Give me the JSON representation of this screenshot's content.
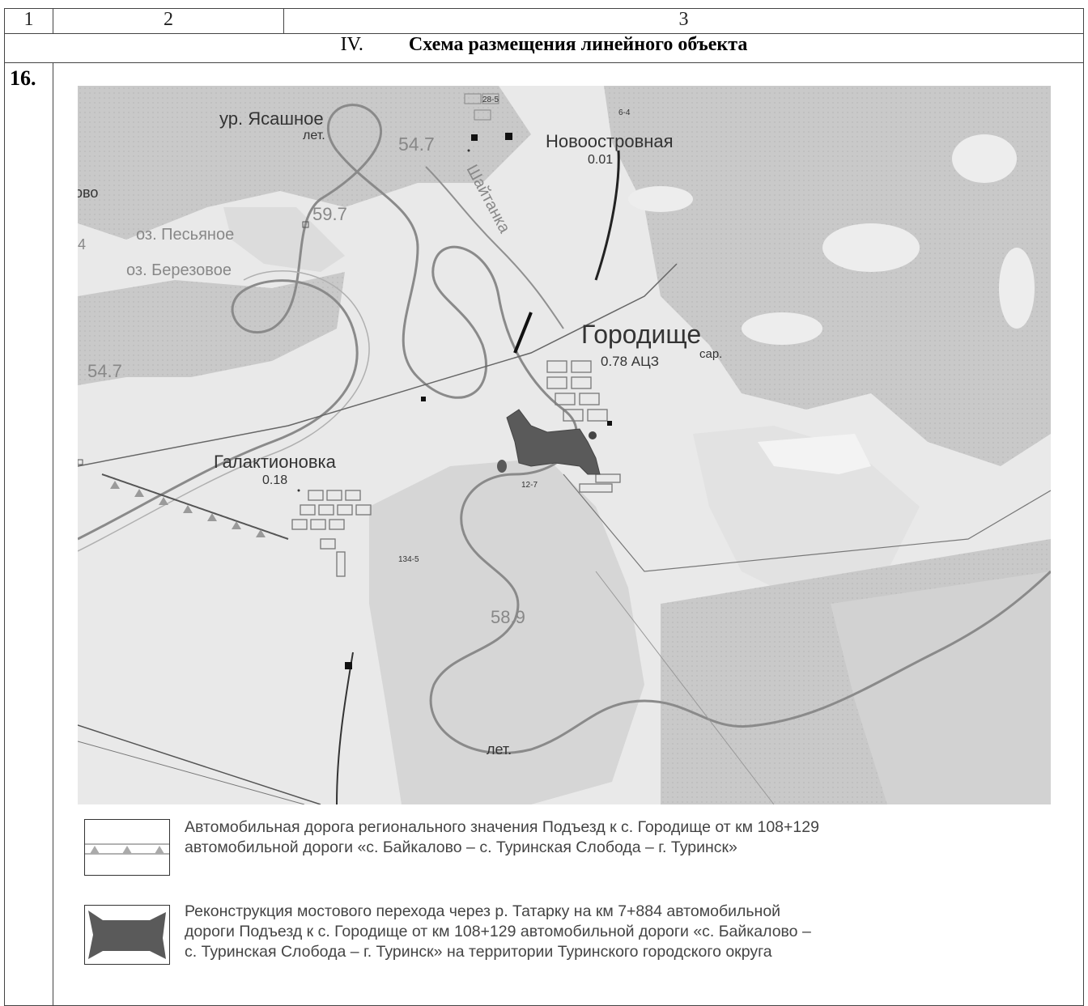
{
  "header": {
    "col1": "1",
    "col2": "2",
    "col3": "3"
  },
  "section": {
    "number": "IV.",
    "title": "Схема размещения линейного объекта"
  },
  "row": {
    "number": "16."
  },
  "map": {
    "labels": {
      "yasashnoe": "ур. Ясашное",
      "let_top": "лет.",
      "elev_547_top": "54.7",
      "num_285": "28-5",
      "num_64": "6-4",
      "novoostrovnaya": "Новоостровная",
      "novoostrovnaya_pop": "0.01",
      "shaitanka": "Шайтанка",
      "vo": "ово",
      "elev_597": "59.7",
      "pesyanoe": "оз. Песьяное",
      "berezovoe": "оз. Березовое",
      "num_4": "4",
      "gorodishche": "Городище",
      "gorodishche_info": "0.78 АЦЗ",
      "sar": "сар.",
      "elev_547_left": "54.7",
      "galaktionovka": "Галактионовка",
      "galaktionovka_pop": "0.18",
      "num_127": "12-7",
      "num_1345": "134-5",
      "elev_589": "58.9",
      "let_bottom": "лет."
    }
  },
  "legend": [
    {
      "text_line1": "Автомобильная дорога регионального значения  Подъезд к с. Городище от км 108+129",
      "text_line2": "автомобильной дороги «с. Байкалово – с. Туринская Слобода – г. Туринск»"
    },
    {
      "text_line1": "Реконструкция мостового перехода через р. Татарку на км 7+884 автомобильной",
      "text_line2": "дороги Подъезд к с. Городище от км 108+129 автомобильной дороги «с. Байкалово –",
      "text_line3": "с. Туринская Слобода – г. Туринск» на территории Туринского городского округа"
    }
  ],
  "colors": {
    "forest": "#c8c8c8",
    "meadow": "#f0f0f0",
    "river": "#8a8a8a",
    "bridge": "#5a5a5a"
  }
}
